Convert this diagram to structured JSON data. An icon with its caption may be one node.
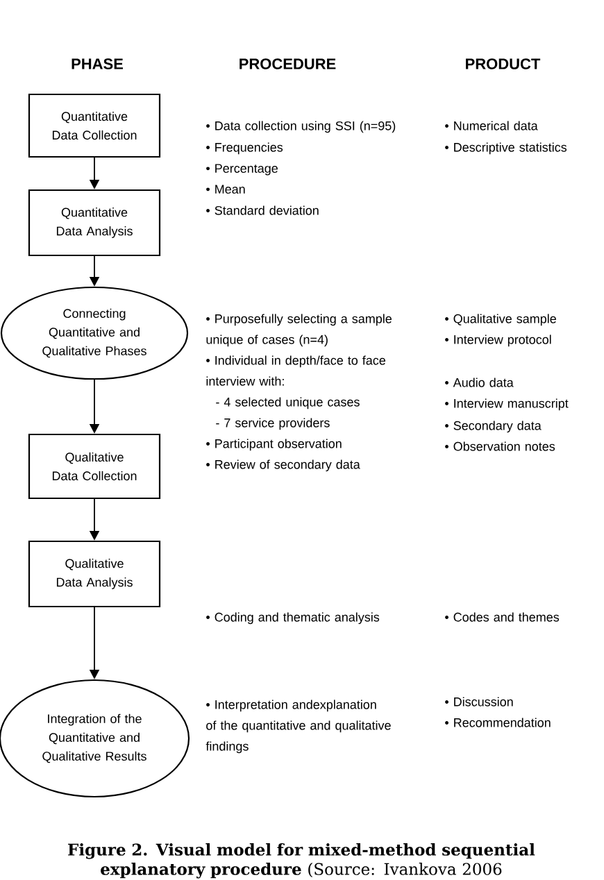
{
  "diagram": {
    "caption": "**Figure 2. Visual model for mixed-method sequential explanatory procedure** (Source: Ivankova 2006",
    "nodes": [
      {
        "text": [
          "Quantitative Data Collection"
        ]
      },
      {
        "text": [
          "Quantitative Data Analysis"
        ]
      },
      {
        "text": [
          "Connecting Quantitative and Qualitative Phases"
        ]
      },
      {
        "text": [
          "Qualitative Data Collection"
        ]
      },
      {
        "text": [
          "Qualitative Data Analysis"
        ]
      },
      {
        "text": [
          "Integration of the Quantitative and Qualitative Results"
        ]
      }
    ],
    "edges": [
      {
        "from": 0,
        "to": 1,
        "arrow": "to"
      },
      {
        "from": 1,
        "to": 2,
        "arrow": "to"
      },
      {
        "from": 2,
        "to": 3,
        "arrow": "to"
      },
      {
        "from": 3,
        "to": 4,
        "arrow": "to"
      },
      {
        "from": 4,
        "to": 5,
        "arrow": "to"
      }
    ],
    "labels": [
      "PHASE",
      "PROCEDURE",
      "PRODUCT",
      "• Data collection using SSI (n=95)",
      "• Frequencies",
      "• Percentage",
      "• Mean",
      "• Standard deviation",
      "• Numerical data",
      "• Descriptive statistics",
      "• Purposefully selecting a sample unique of cases (n=4)",
      "• Individual in depth/face to face interview with:",
      "- 4 selected unique cases",
      "- 7 service providers",
      "• Participant observation",
      "• Review of secondary data",
      "• Qualitative sample",
      "• Interview protocol",
      "• Audio data",
      "• Interview manuscript",
      "• Secondary data",
      "• Observation notes",
      "• Coding and thematic analysis",
      "• Codes and themes",
      "• Interpretation andexplanation of the quantitative and qualitative findings",
      "• Discussion",
      "• Recommendation"
    ]
  }
}
